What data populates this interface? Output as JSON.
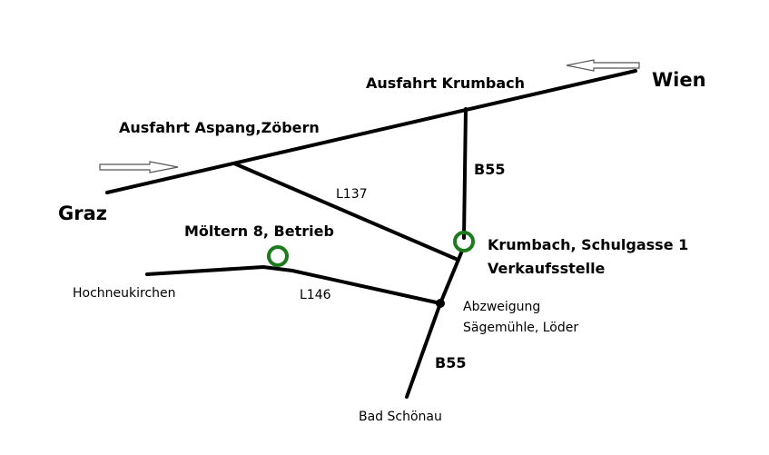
{
  "colors": {
    "road": "#000000",
    "marker": "#1d7a1d"
  },
  "places": {
    "wien": "Wien",
    "graz": "Graz",
    "ausfahrt_krumbach": "Ausfahrt Krumbach",
    "ausfahrt_aspang": "Ausfahrt Aspang,Zöbern",
    "moeltern": "Möltern 8, Betrieb",
    "krumbach_line1": "Krumbach, Schulgasse 1",
    "krumbach_line2": "Verkaufsstelle",
    "hochneukirchen": "Hochneukirchen",
    "abzweigung_line1": "Abzweigung",
    "abzweigung_line2": "Sägemühle, Löder",
    "bad_schoenau": "Bad Schönau"
  },
  "roads": {
    "b55_upper": "B55",
    "b55_lower": "B55",
    "l137": "L137",
    "l146": "L146"
  },
  "icons": {
    "arrow_to_wien": "arrow-left-icon",
    "arrow_to_graz": "arrow-right-icon",
    "location_marker": "circle-marker-icon",
    "junction": "dot-icon"
  }
}
